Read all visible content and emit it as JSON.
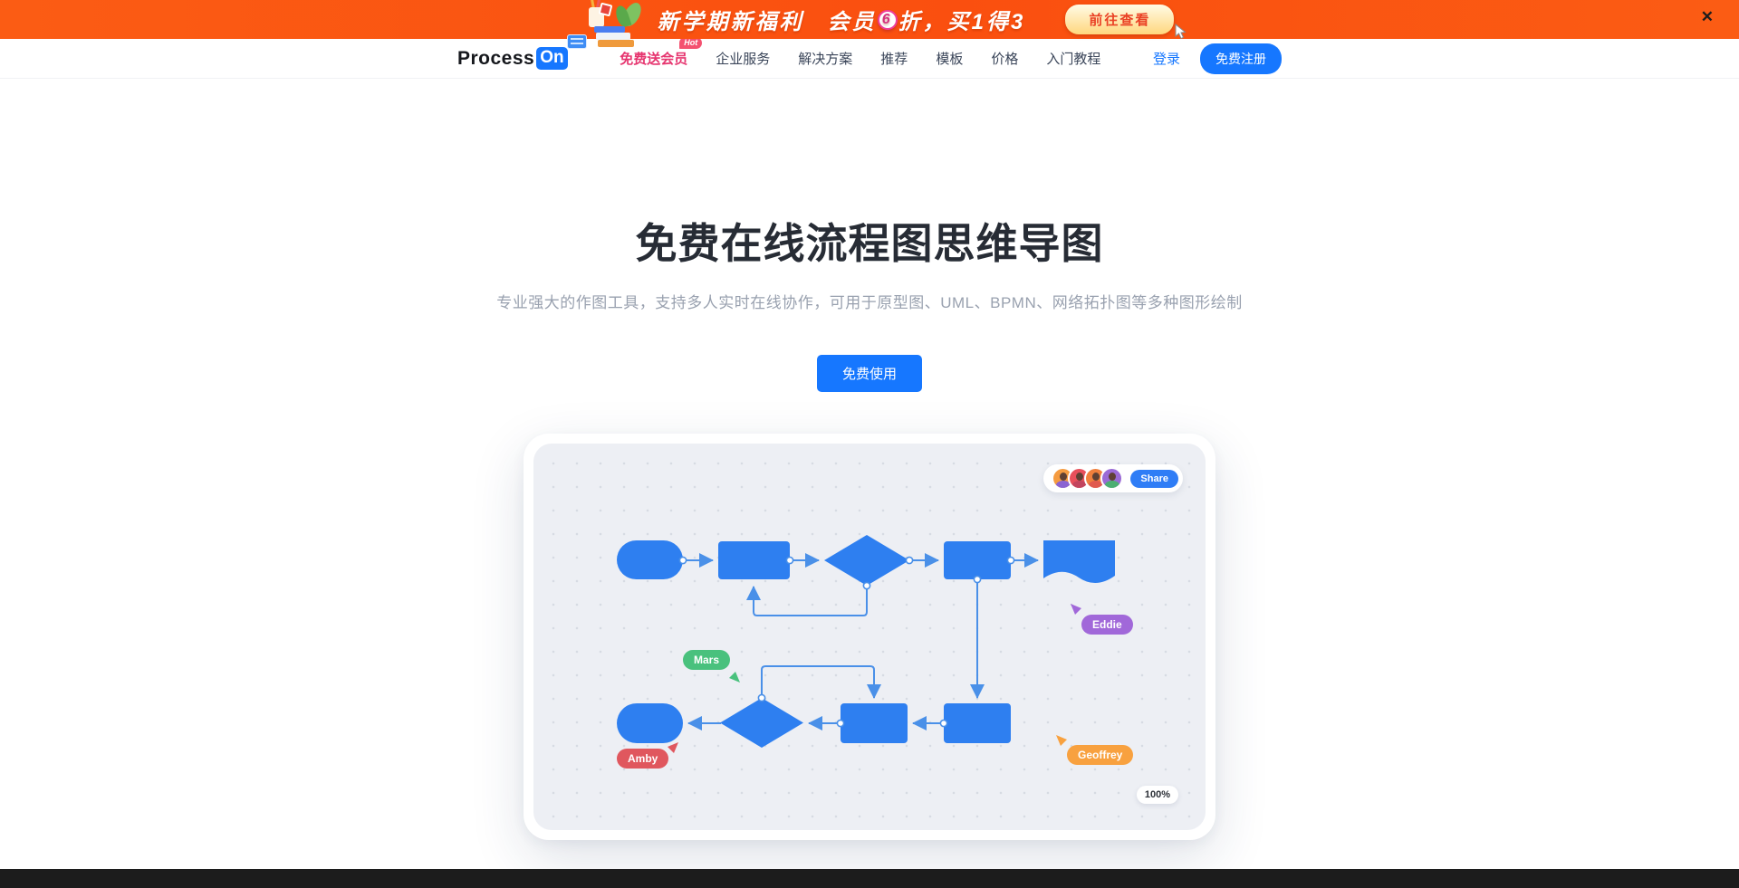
{
  "banner": {
    "main_text": "新学期新福利",
    "promo_prefix": "会员",
    "promo_digit": "6",
    "promo_suffix": "折，买1得3",
    "cta_label": "前往查看",
    "close_label": "✕"
  },
  "nav": {
    "logo_text": "Process",
    "logo_badge": "On",
    "items": [
      {
        "label": "免费送会员",
        "badge": "Hot"
      },
      {
        "label": "企业服务"
      },
      {
        "label": "解决方案"
      },
      {
        "label": "推荐"
      },
      {
        "label": "模板"
      },
      {
        "label": "价格"
      },
      {
        "label": "入门教程"
      }
    ],
    "login_label": "登录",
    "register_label": "免费注册"
  },
  "hero": {
    "title": "免费在线流程图思维导图",
    "subtitle": "专业强大的作图工具，支持多人实时在线协作，可用于原型图、UML、BPMN、网络拓扑图等多种图形绘制",
    "cta_label": "免费使用"
  },
  "canvas": {
    "share_label": "Share",
    "zoom_level": "100%",
    "collaborators": [
      {
        "name": "Mars",
        "color": "#49c17d"
      },
      {
        "name": "Eddie",
        "color": "#a168d9"
      },
      {
        "name": "Amby",
        "color": "#e0575e"
      },
      {
        "name": "Geoffrey",
        "color": "#f8a13f"
      }
    ],
    "avatars": [
      {
        "bg": "#f59b40",
        "shirt": "#8a63d2"
      },
      {
        "bg": "#e8505b",
        "shirt": "#c2455e"
      },
      {
        "bg": "#f07f3c",
        "shirt": "#e05a4f"
      },
      {
        "bg": "#9b6bd6",
        "shirt": "#4caf72"
      }
    ]
  },
  "colors": {
    "accent_blue": "#1677ff",
    "banner_orange": "#fa5517",
    "shape_blue": "#2e7ff0"
  }
}
